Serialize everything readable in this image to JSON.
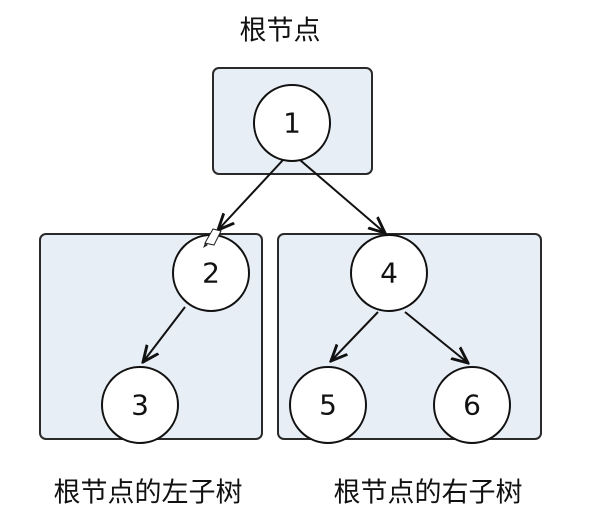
{
  "labels": {
    "root_title": "根节点",
    "left_subtree": "根节点的左子树",
    "right_subtree": "根节点的右子树"
  },
  "nodes": {
    "n1": "1",
    "n2": "2",
    "n3": "3",
    "n4": "4",
    "n5": "5",
    "n6": "6"
  },
  "colors": {
    "region_fill": "#e8eef6",
    "stroke": "#111111"
  }
}
